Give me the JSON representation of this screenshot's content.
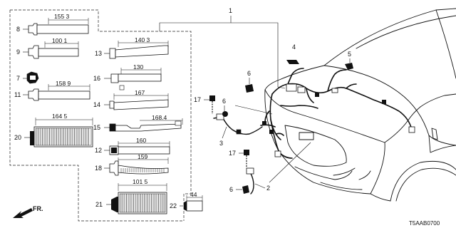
{
  "diagram_code": "T5AAB0700",
  "direction_label": "FR.",
  "callouts": {
    "c1": "1",
    "c2": "2",
    "c3": "3",
    "c4": "4",
    "c5": "5",
    "c6a": "6",
    "c6b": "6",
    "c6c": "6",
    "c7": "7",
    "c8": "8",
    "c9": "9",
    "c11": "11",
    "c12": "12",
    "c13": "13",
    "c14": "14",
    "c15": "15",
    "c16": "16",
    "c17a": "17",
    "c17b": "17",
    "c18": "18",
    "c20": "20",
    "c21": "21",
    "c22": "22"
  },
  "dimensions": {
    "p8": "155 3",
    "p9": "100 1",
    "p11": "158 9",
    "p20": "164 5",
    "p13": "140 3",
    "p16": "130",
    "p14": "167",
    "p15": "168.4",
    "p12": "160",
    "p18": "159",
    "p21": "101 5",
    "p22": "44"
  }
}
